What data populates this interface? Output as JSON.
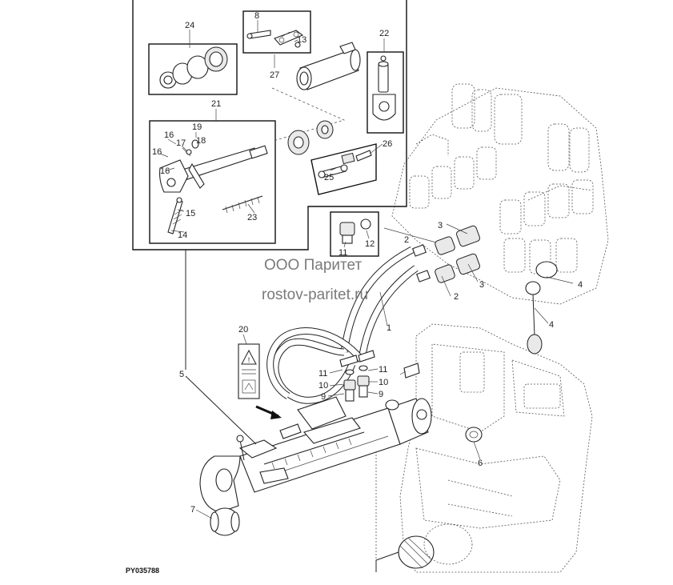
{
  "diagram": {
    "code": "PY035788",
    "watermark": [
      "ООО Паритет",
      "rostov-paritet.ru"
    ],
    "callouts": {
      "c1": "1",
      "c2a": "2",
      "c2b": "2",
      "c3a": "3",
      "c3b": "3",
      "c4a": "4",
      "c4b": "4",
      "c5": "5",
      "c6": "6",
      "c7": "7",
      "c8": "8",
      "c9a": "9",
      "c9b": "9",
      "c10a": "10",
      "c10b": "10",
      "c11a": "11",
      "c11b": "11",
      "c11c": "11",
      "c12": "12",
      "c13": "13",
      "c14": "14",
      "c15": "15",
      "c16a": "16",
      "c16b": "16",
      "c16c": "16",
      "c17": "17",
      "c18": "18",
      "c19": "19",
      "c20": "20",
      "c21": "21",
      "c22": "22",
      "c23": "23",
      "c24": "24",
      "c25": "25",
      "c26": "26",
      "c27": "27"
    }
  }
}
